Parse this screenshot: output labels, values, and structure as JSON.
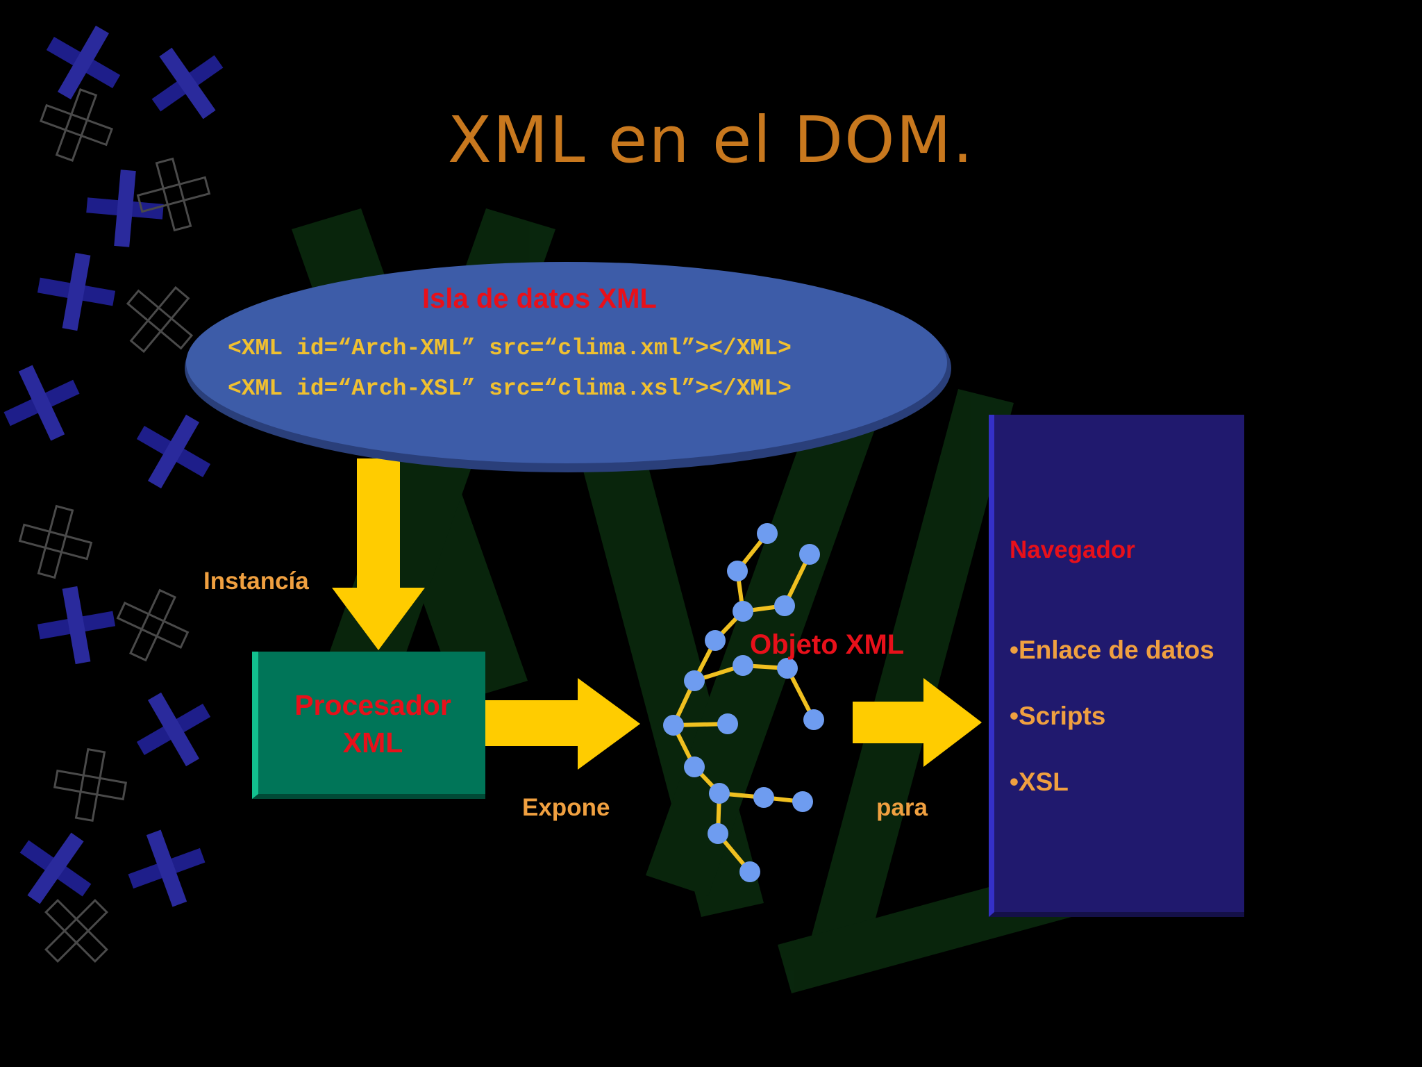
{
  "slide": {
    "title": "XML en el DOM."
  },
  "data_island": {
    "heading": "Isla de datos XML",
    "lines": [
      "<XML id=“Arch-XML” src=“clima.xml”></XML>",
      "<XML id=“Arch-XSL” src=“clima.xsl”></XML>"
    ]
  },
  "arrows": {
    "instancia": "Instancía",
    "expone": "Expone",
    "para": "para"
  },
  "processor": {
    "line1": "Procesador",
    "line2": "XML"
  },
  "xml_object": {
    "label": "Objeto XML"
  },
  "browser": {
    "heading": "Navegador",
    "items": [
      "•Enlace de datos",
      "•Scripts",
      "•XSL"
    ]
  },
  "colors": {
    "background": "#000000",
    "title": "#c8781e",
    "accent_red": "#e8101a",
    "label_orange": "#f0a040",
    "arrow_yellow": "#ffcc00",
    "ellipse_blue": "#3d5ca8",
    "panel_navy": "#20196e",
    "processor_green": "#007558",
    "node_blue": "#6e9cf0"
  }
}
